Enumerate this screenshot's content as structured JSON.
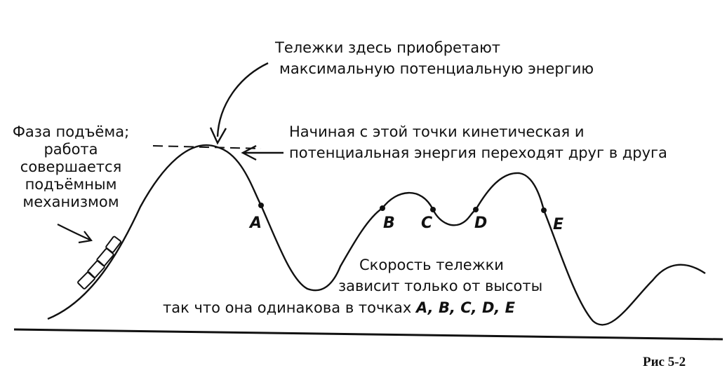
{
  "labels": {
    "top_note_line1": "Тележки здесь приобретают",
    "top_note_line2": "максимальную потенциальную энергию",
    "exchange_line1": "Начиная с этой точки кинетическая и",
    "exchange_line2": "потенциальная энергия переходят друг в друга",
    "lift_line1": "Фаза подъёма;",
    "lift_line2": "работа",
    "lift_line3": "совершается",
    "lift_line4": "подъёмным",
    "lift_line5": "механизмом",
    "speed_line1": "Скорость тележки",
    "speed_line2": "зависит только от высоты",
    "speed_line3": "так что она одинакова в точках",
    "speed_points": "A, B, C, D, E",
    "figure_caption": "Рис 5-2"
  },
  "points": {
    "a": "A",
    "b": "B",
    "c": "C",
    "d": "D",
    "e": "E"
  },
  "colors": {
    "ink": "#111111",
    "background": "#ffffff"
  }
}
